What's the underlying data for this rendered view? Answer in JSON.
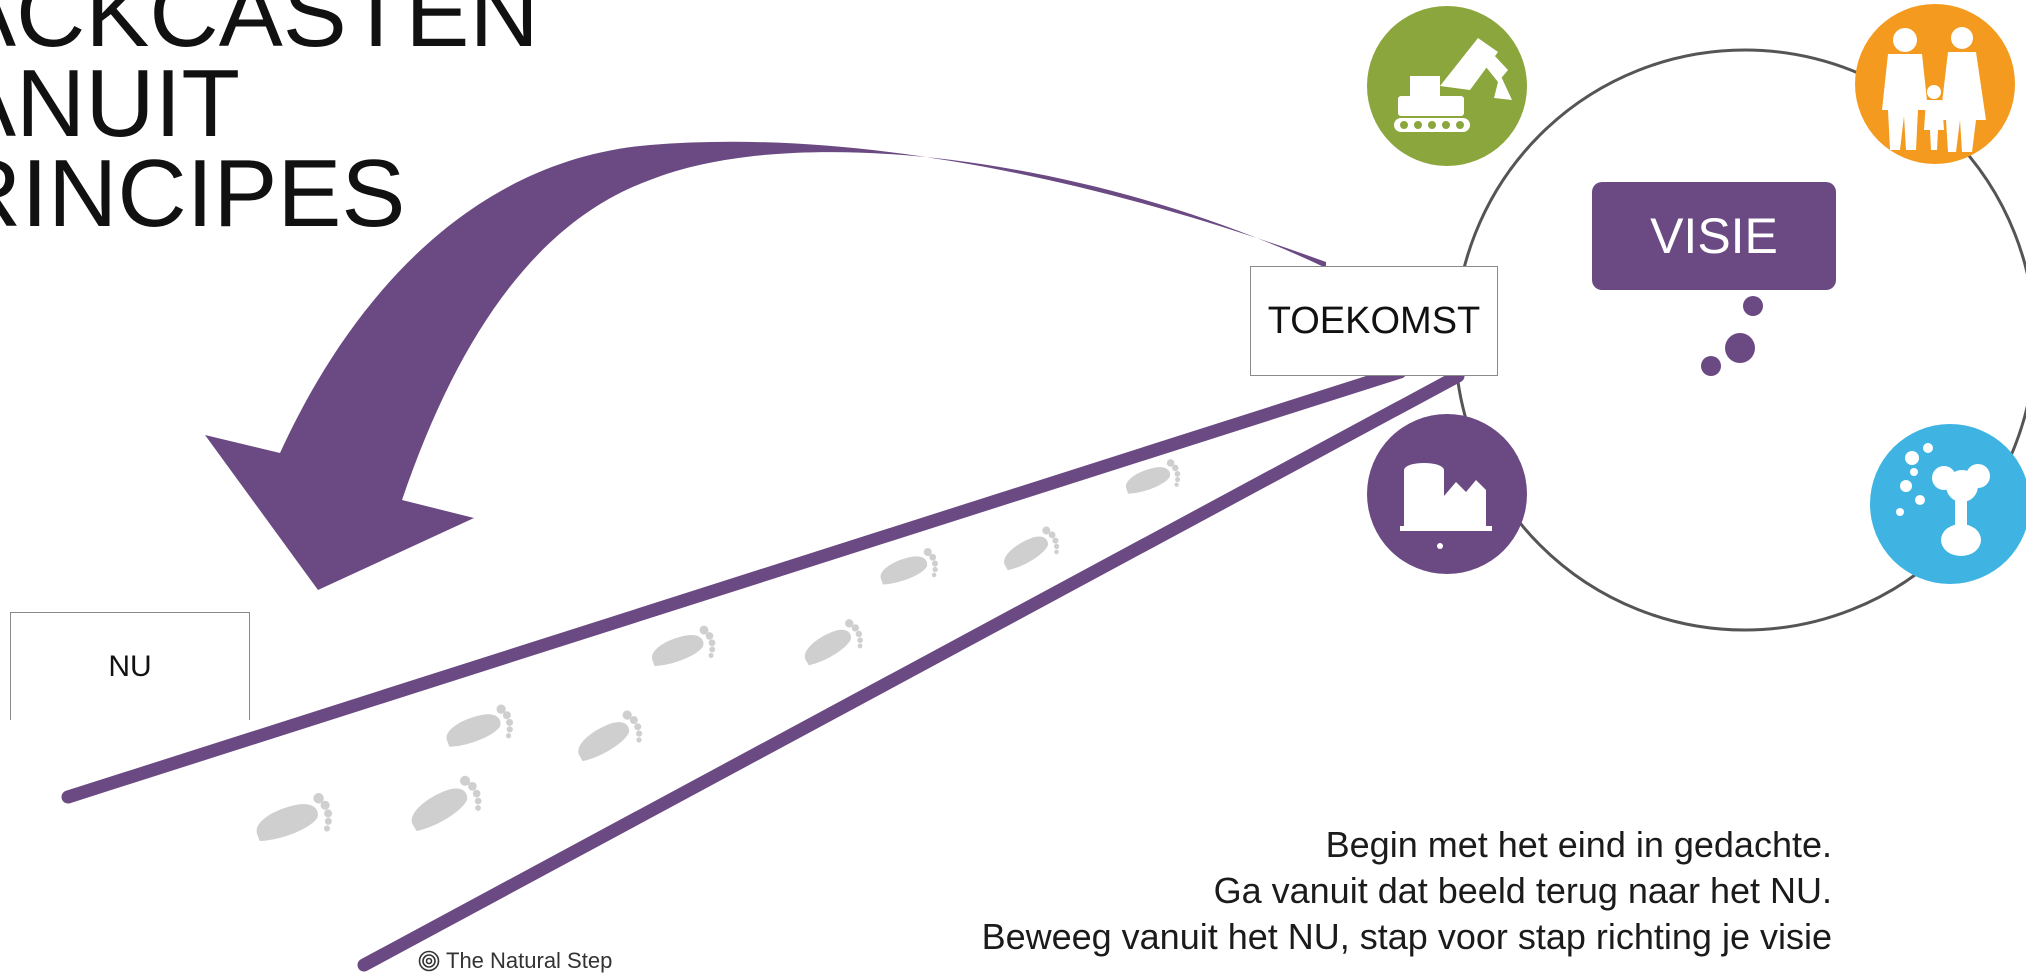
{
  "title": {
    "lines": [
      "ACKCASTEN",
      "ANUIT",
      "RINCIPES"
    ]
  },
  "labels": {
    "future": "TOEKOMST",
    "now": "NU",
    "vision": "VISIE"
  },
  "caption": {
    "lines": [
      "Begin met het eind in gedachte.",
      "Ga vanuit dat beeld terug naar het NU.",
      "Beweeg vanuit het NU, stap voor stap richting je visie"
    ]
  },
  "credit": "The Natural Step",
  "icons": {
    "excavator": "excavator-icon",
    "family": "family-icon",
    "factory": "factory-icon",
    "flask": "flask-icon",
    "thought_dots": "thought-bubble-icon",
    "footprints": "footprint-icon",
    "arrow": "curved-arrow-icon",
    "credit": "spiral-logo-icon"
  },
  "colors": {
    "purple": "#6b4a83",
    "green": "#8aa63c",
    "orange": "#f39a1f",
    "blue": "#3fb4e3",
    "footprint": "#cfcfcf",
    "circle": "#555555"
  }
}
